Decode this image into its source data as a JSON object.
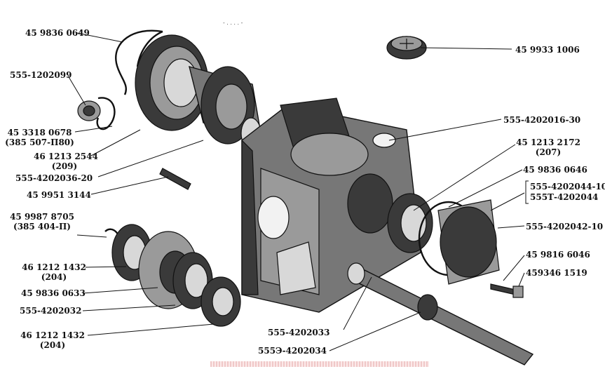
{
  "top_mark": "- . . . . -",
  "labels": {
    "l1": "45 9836 0649",
    "l2": "555-1202099",
    "l3a": "45 3318 0678",
    "l3b": "(385 507-П80)",
    "l4a": "46 1213 2544",
    "l4b": "(209)",
    "l5": "555-4202036-20",
    "l6": "45 9951 3144",
    "l7a": "45 9987 8705",
    "l7b": "(385 404-П)",
    "l8a": "46 1212 1432",
    "l8b": "(204)",
    "l9": "45 9836 0633",
    "l10": "555-4202032",
    "l11a": "46 1212 1432",
    "l11b": "(204)",
    "r1": "45 9933 1006",
    "r2": "555-4202016-30",
    "r3a": "45 1213 2172",
    "r3b": "(207)",
    "r4": "45 9836 0646",
    "r5a": "555-4202044-10",
    "r5b": "555Т-4202044",
    "r6": "555-4202042-10",
    "r7": "45 9816 6046",
    "r8": "459346 1519",
    "b1": "555-4202033",
    "b2": "555Э-4202034"
  }
}
